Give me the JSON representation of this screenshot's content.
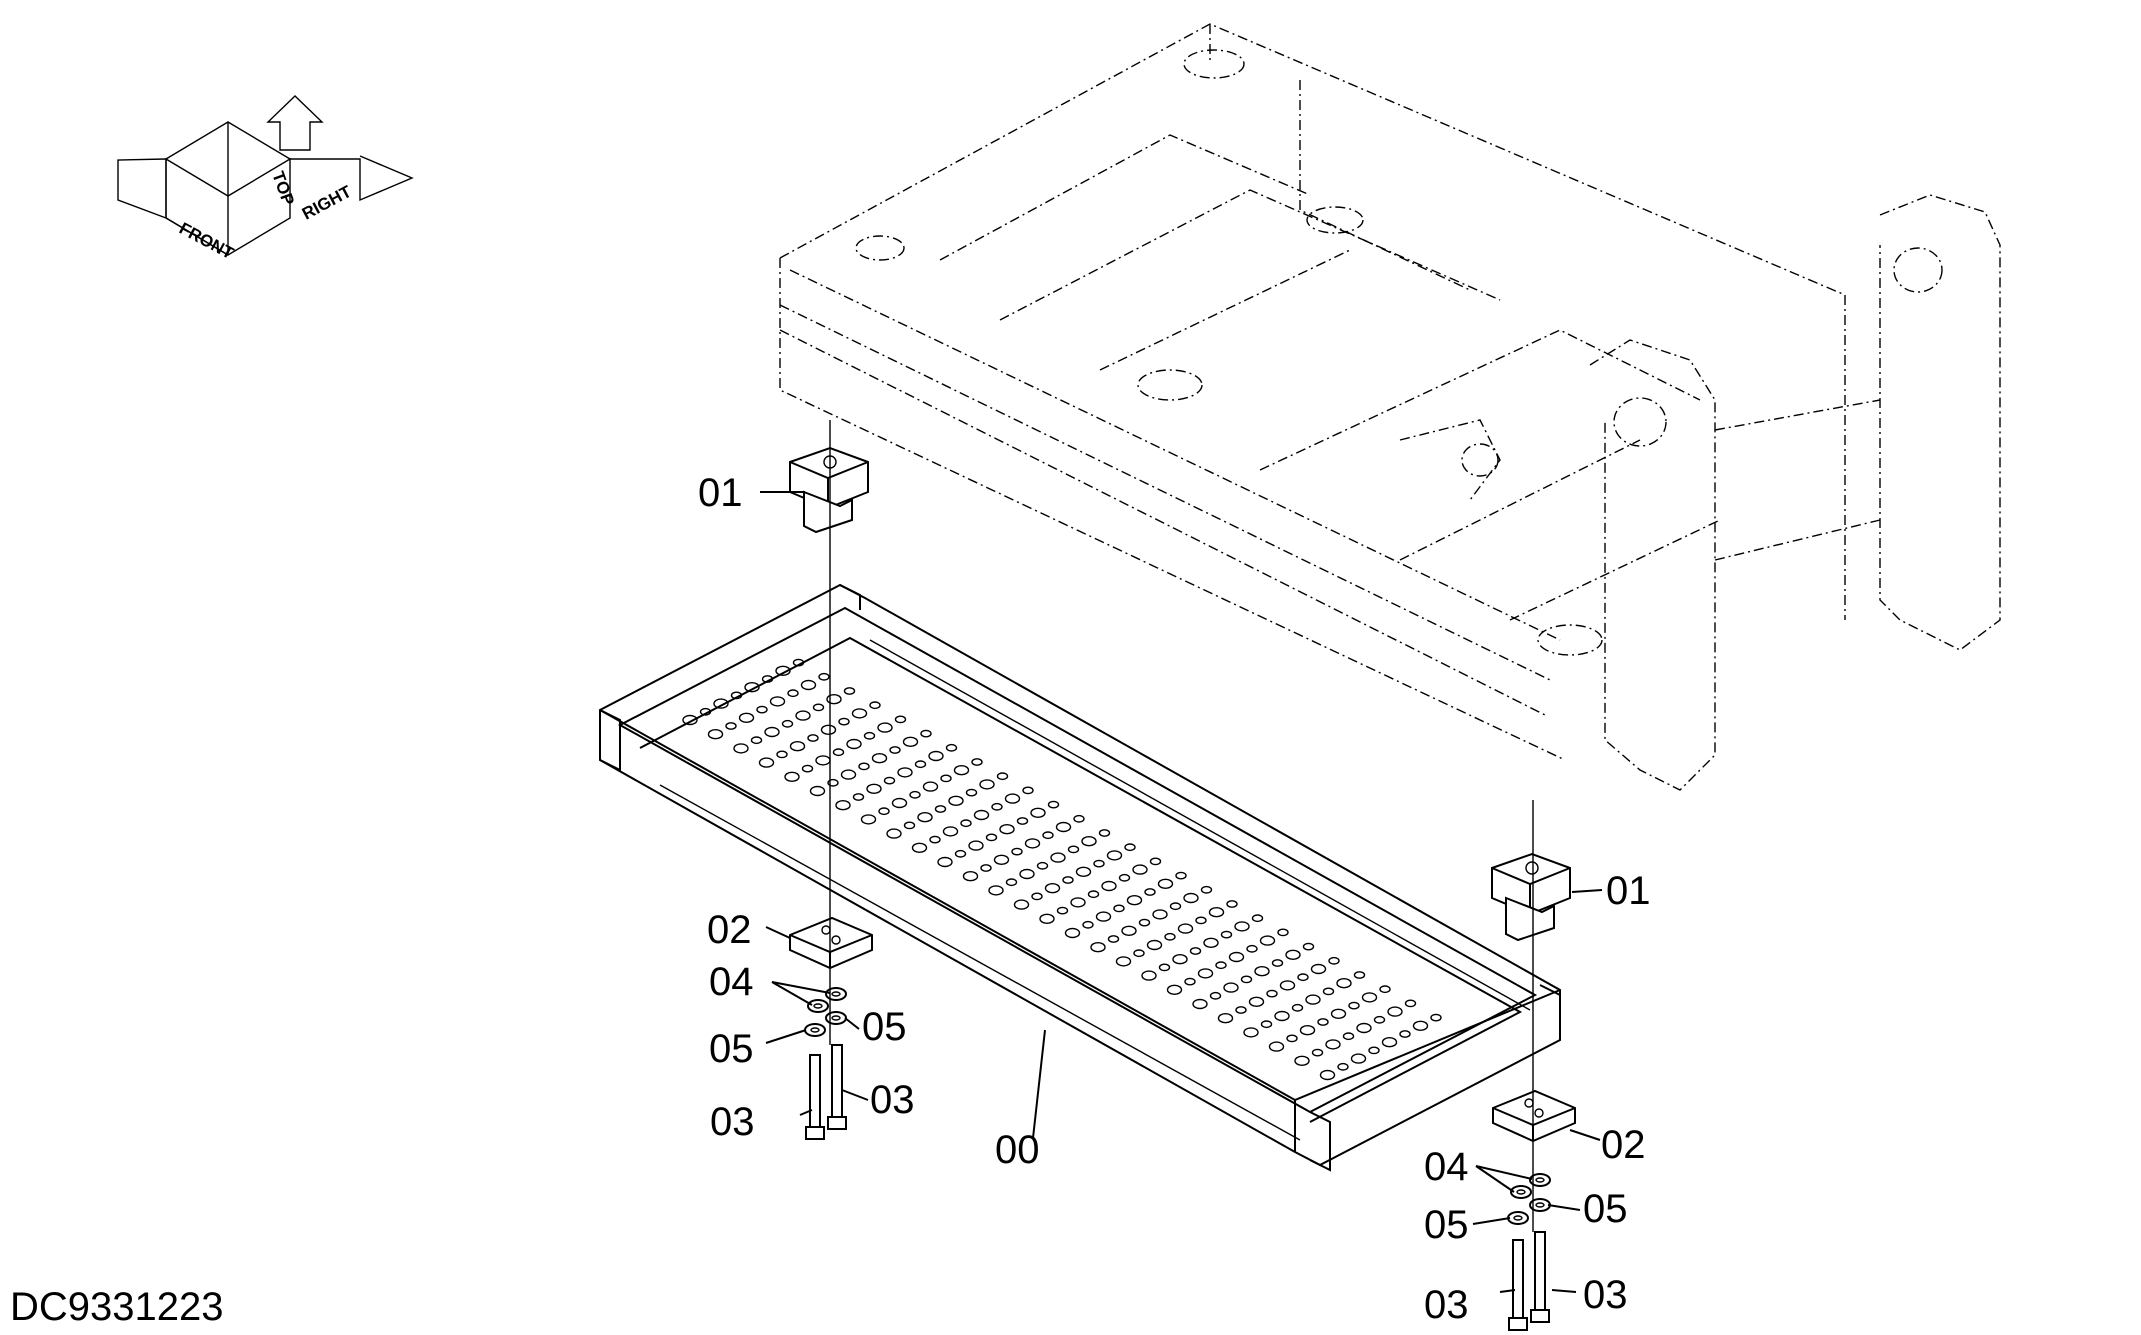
{
  "diagram_id": "DC9331223",
  "orientation": {
    "front": "FRONT",
    "top": "TOP",
    "right": "RIGHT"
  },
  "callouts": {
    "c00": "00",
    "c01_left": "01",
    "c01_right": "01",
    "c02_left": "02",
    "c02_right": "02",
    "c03_left_a": "03",
    "c03_left_b": "03",
    "c03_right_a": "03",
    "c03_right_b": "03",
    "c04_left": "04",
    "c04_right": "04",
    "c05_left_a": "05",
    "c05_left_b": "05",
    "c05_right_a": "05",
    "c05_right_b": "05"
  }
}
